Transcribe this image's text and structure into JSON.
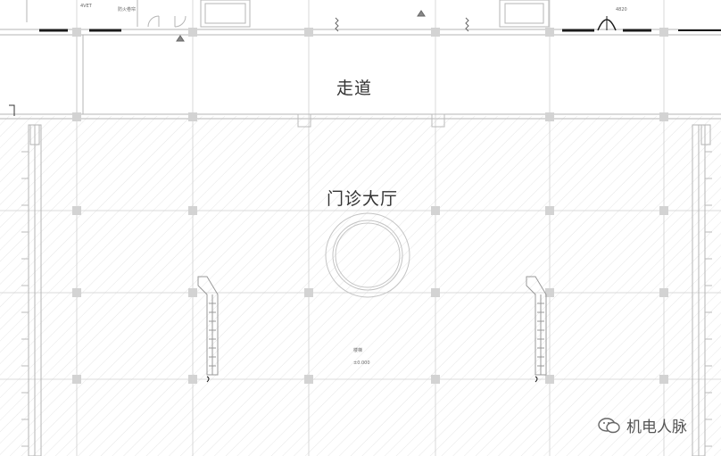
{
  "plan": {
    "rooms": [
      {
        "id": "corridor",
        "label": "走道"
      },
      {
        "id": "lobby",
        "label": "门诊大厅"
      }
    ],
    "top_annotations": {
      "left_dim": "4VET",
      "left_tag": "防火卷帘",
      "right_dim": "4820"
    },
    "center_stair_tag": "楼梯",
    "center_elevation": "±0.000"
  },
  "watermark": {
    "text": "机电人脉",
    "icon": "wechat-icon"
  },
  "colors": {
    "line": "#b5b5b5",
    "dark_wall": "#1a1a1a",
    "column": "#d0d0d0",
    "hatch": "#e3e3e3"
  }
}
